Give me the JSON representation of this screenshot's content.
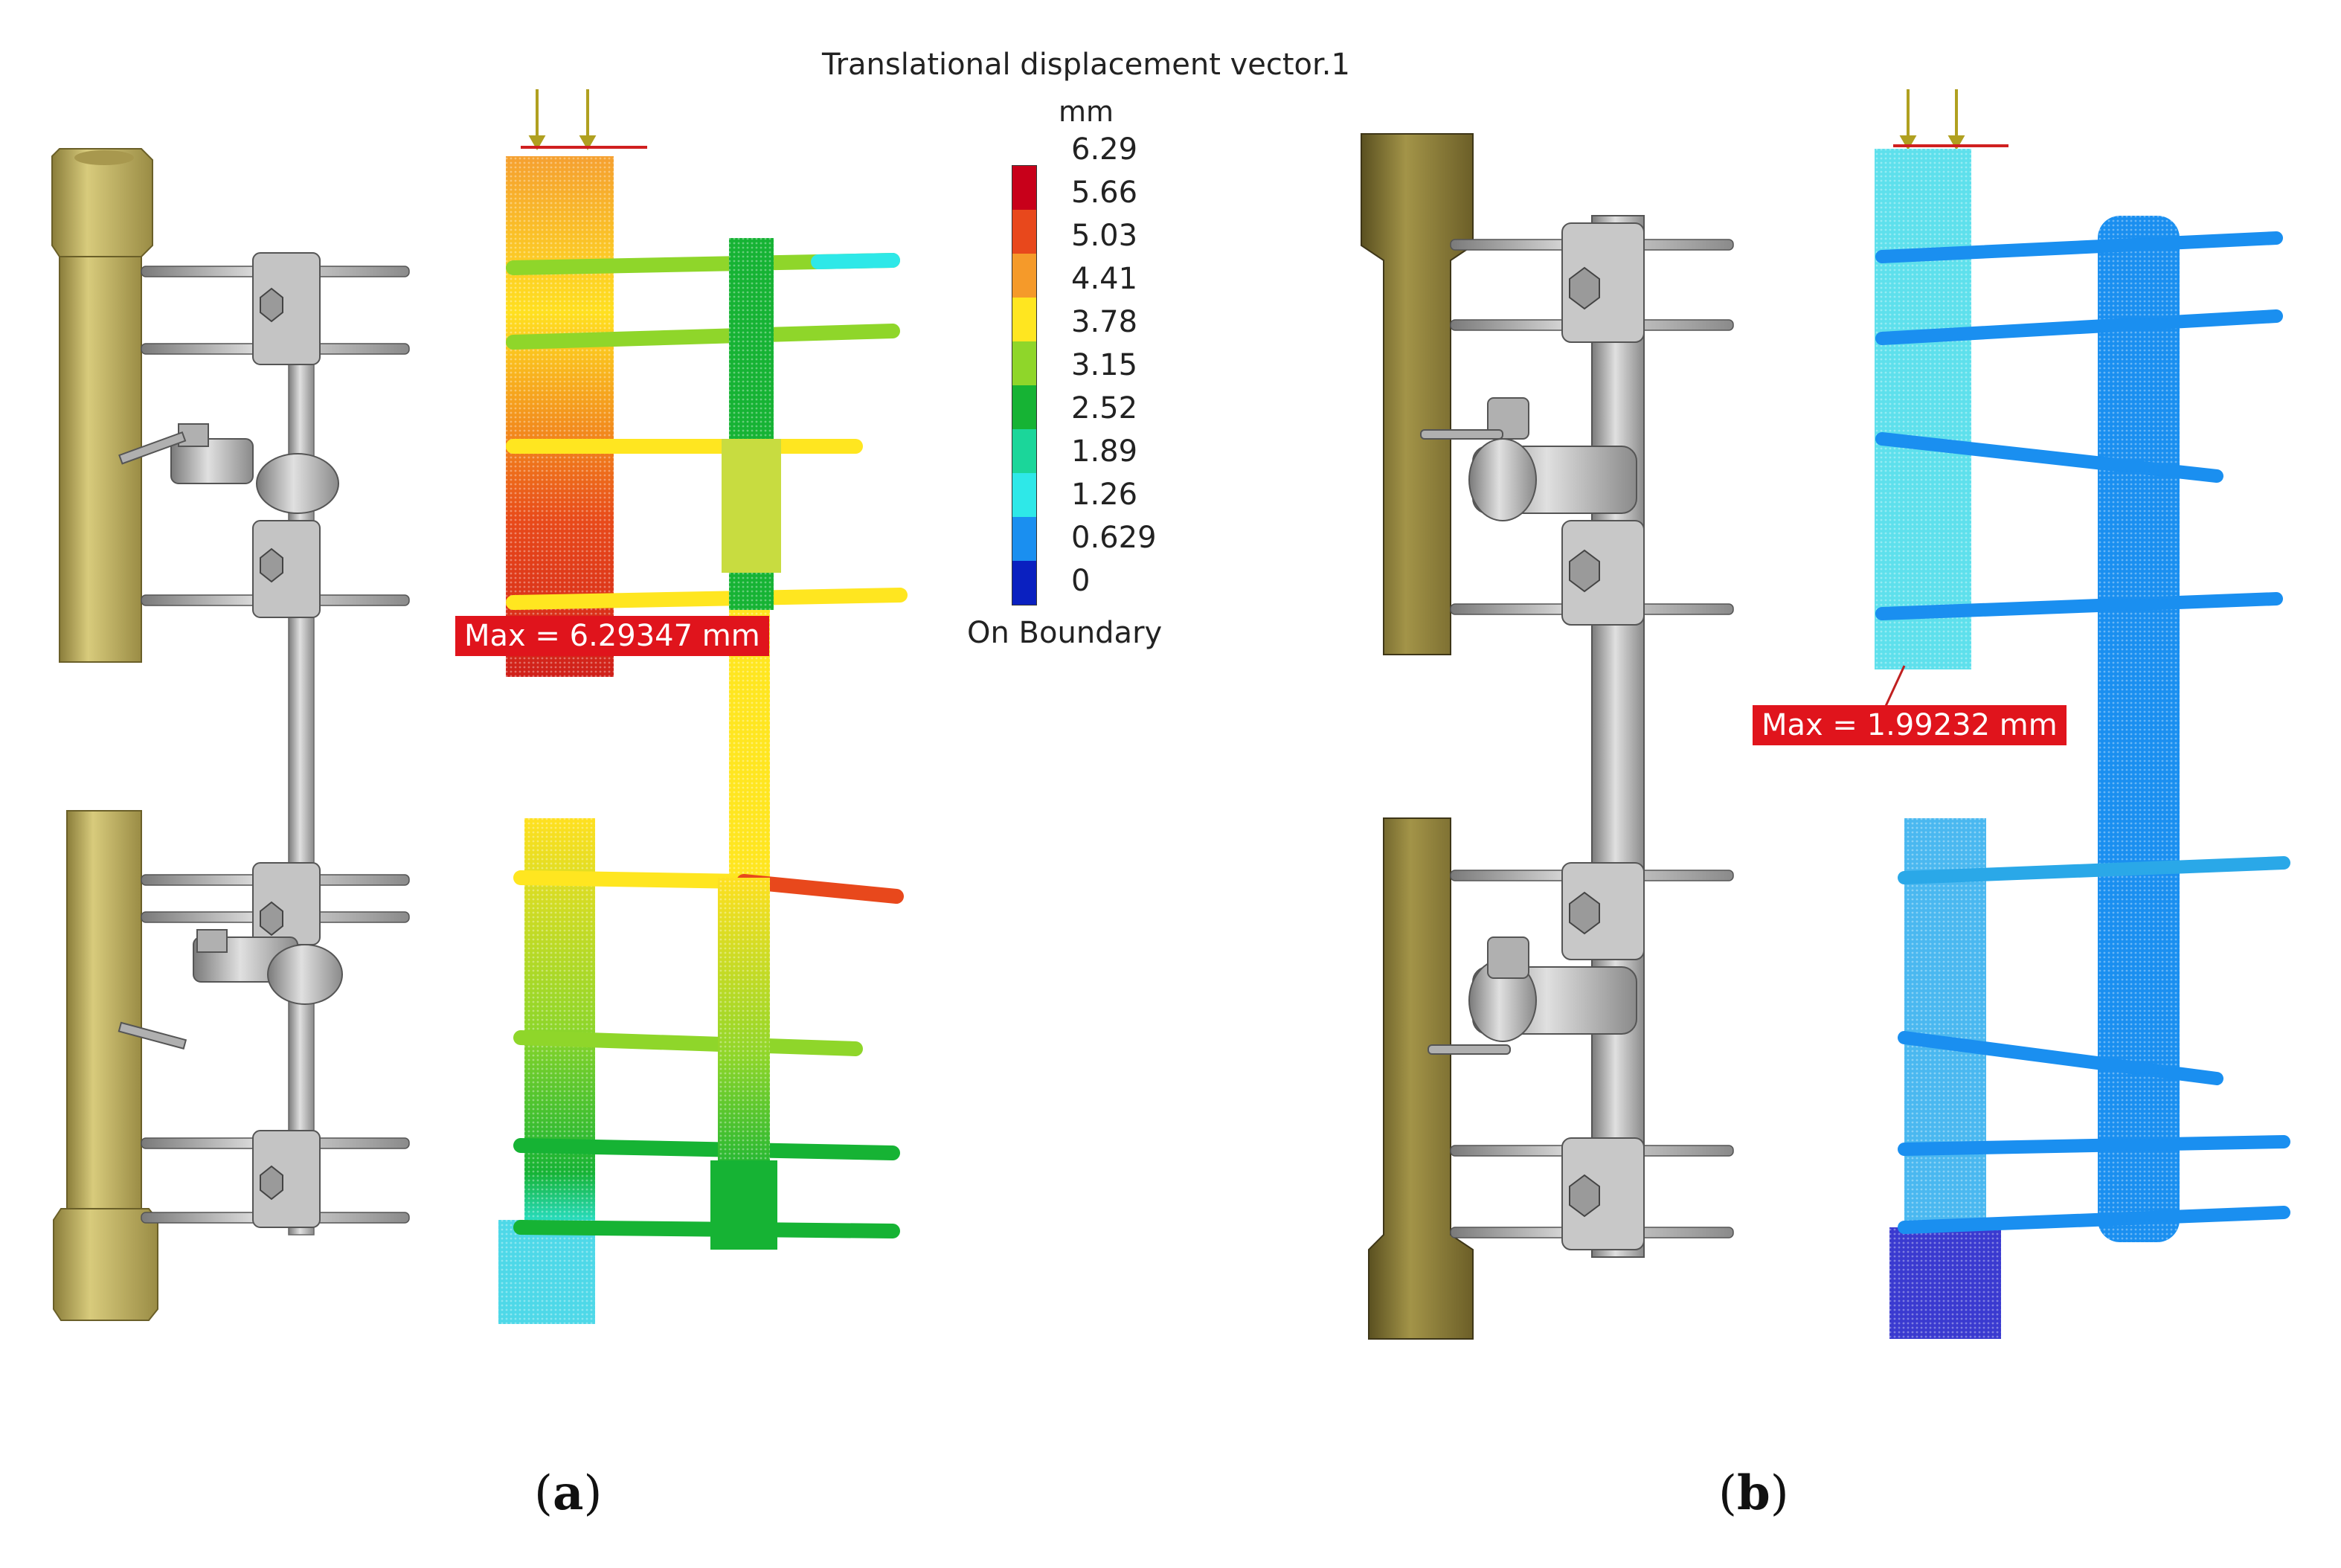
{
  "legend": {
    "title": "Translational displacement vector.1",
    "unit": "mm",
    "ticks": [
      "6.29",
      "5.66",
      "5.03",
      "4.41",
      "3.78",
      "3.15",
      "2.52",
      "1.89",
      "1.26",
      "0.629",
      "0"
    ],
    "boundary_label": "On Boundary",
    "colors": [
      "#c8001a",
      "#e8481c",
      "#f59a2a",
      "#ffe620",
      "#8fd62a",
      "#16b334",
      "#1bd69a",
      "#2ee8e8",
      "#1a8ff0",
      "#0a20c0"
    ]
  },
  "panel_a": {
    "max_label": "Max = 6.29347 mm",
    "caption_open": "(",
    "caption_letter": "a",
    "caption_close": ")"
  },
  "panel_b": {
    "max_label": "Max = 1.99232 mm",
    "caption_open": "(",
    "caption_letter": "b",
    "caption_close": ")"
  },
  "colors": {
    "rod_tan": "#c9bb6a",
    "rod_olive": "#8f7f38",
    "steel": "#b8b8b8",
    "steel_dark": "#7a7a7a",
    "max_bg": "#e0141c"
  }
}
